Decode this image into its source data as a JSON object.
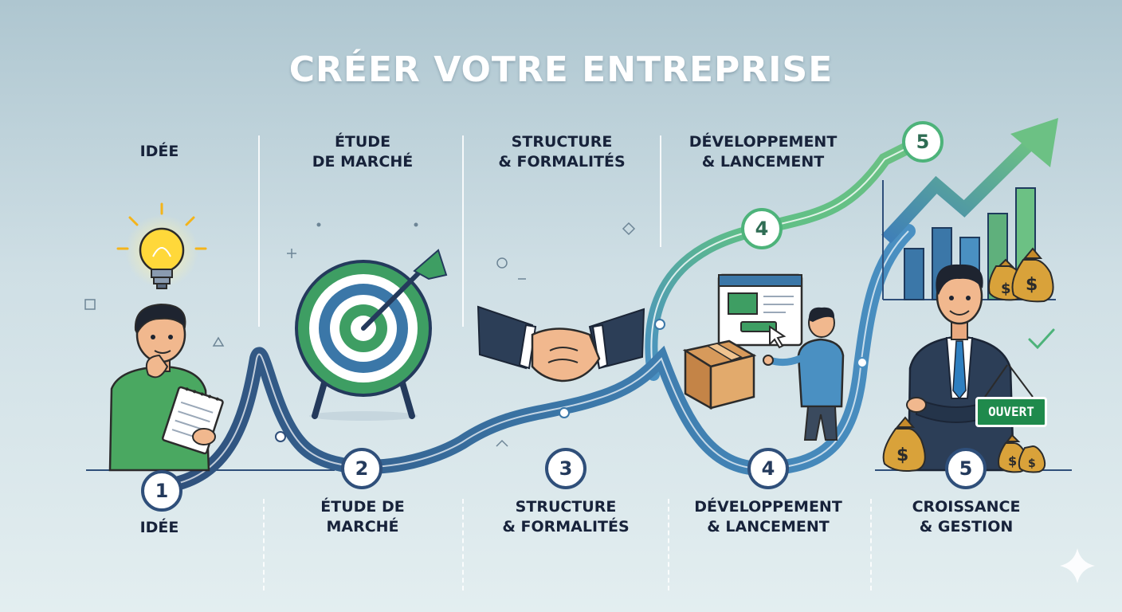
{
  "title": "CRÉER VOTRE ENTREPRISE",
  "top_steps": [
    {
      "line1": "IDÉE",
      "line2": ""
    },
    {
      "line1": "ÉTUDE",
      "line2": "DE MARCHÉ"
    },
    {
      "line1": "STRUCTURE",
      "line2": "& FORMALITÉS"
    },
    {
      "line1": "DÉVELOPPEMENT",
      "line2": "& LANCEMENT"
    }
  ],
  "bottom_steps": [
    {
      "number": "1",
      "line1": "IDÉE",
      "line2": ""
    },
    {
      "number": "2",
      "line1": "ÉTUDE DE",
      "line2": "MARCHÉ"
    },
    {
      "number": "3",
      "line1": "STRUCTURE",
      "line2": "& FORMALITÉS"
    },
    {
      "number": "4",
      "line1": "DÉVELOPPEMENT",
      "line2": "& LANCEMENT"
    },
    {
      "number": "5",
      "line1": "CROISSANCE",
      "line2": "& GESTION"
    }
  ],
  "upper_path_numbers": [
    "4",
    "5"
  ],
  "sign_text": "OUVERT",
  "colors": {
    "path_dark": "#2f4f7a",
    "path_light": "#4a90c2",
    "path_green": "#4db37a",
    "target_green": "#3e9e63",
    "text": "#17223a"
  },
  "icons": [
    "lightbulb-icon",
    "target-icon",
    "handshake-icon",
    "package-icon",
    "growth-chart-icon",
    "money-bag-icon",
    "checkmark-icon",
    "sparkle-icon"
  ]
}
